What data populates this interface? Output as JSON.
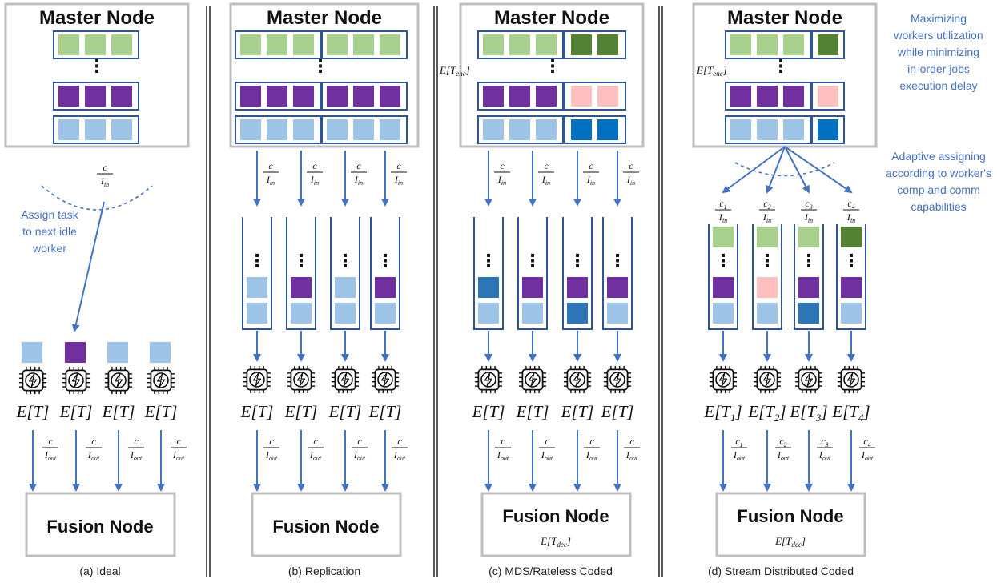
{
  "colors": {
    "box_border": "#bfbfbf",
    "arrow": "#4472c4",
    "queue": "#2f5597",
    "note_text": "#4472c4",
    "light_green": "#a9d18e",
    "dark_green": "#548235",
    "purple": "#7030a0",
    "pink": "#ffc0c0",
    "light_blue": "#9dc3e6",
    "dark_blue": "#0070c0",
    "mid_blue": "#2e75b6"
  },
  "labels": {
    "master": "Master Node",
    "fusion": "Fusion Node",
    "dots": "⋮",
    "enc": "E[T",
    "enc_sub": "enc",
    "dec": "E[T",
    "dec_sub": "dec",
    "c": "c",
    "in": "in",
    "out": "out",
    "I": "I"
  },
  "panels": {
    "a": {
      "caption": "(a) Ideal",
      "note": [
        "Assign task",
        "to next idle",
        "worker"
      ],
      "worker_labels": [
        "E[T]",
        "E[T]",
        "E[T]",
        "E[T]"
      ]
    },
    "b": {
      "caption": "(b) Replication",
      "worker_labels": [
        "E[T]",
        "E[T]",
        "E[T]",
        "E[T]"
      ]
    },
    "c": {
      "caption": "(c) MDS/Rateless Coded",
      "worker_labels": [
        "E[T]",
        "E[T]",
        "E[T]",
        "E[T]"
      ]
    },
    "d": {
      "caption": "(d) Stream Distributed Coded",
      "note_top": [
        "Maximizing",
        "workers utilization",
        "while minimizing",
        "in-order jobs",
        "execution delay"
      ],
      "note_mid": [
        "Adaptive assigning",
        "according to worker's",
        "comp and comm",
        "capabilities"
      ],
      "worker_subs": [
        "1",
        "2",
        "3",
        "4"
      ]
    }
  },
  "icons": [
    "cpu-bolt-icon",
    "arrow-down-icon",
    "ellipsis-vertical-icon"
  ]
}
